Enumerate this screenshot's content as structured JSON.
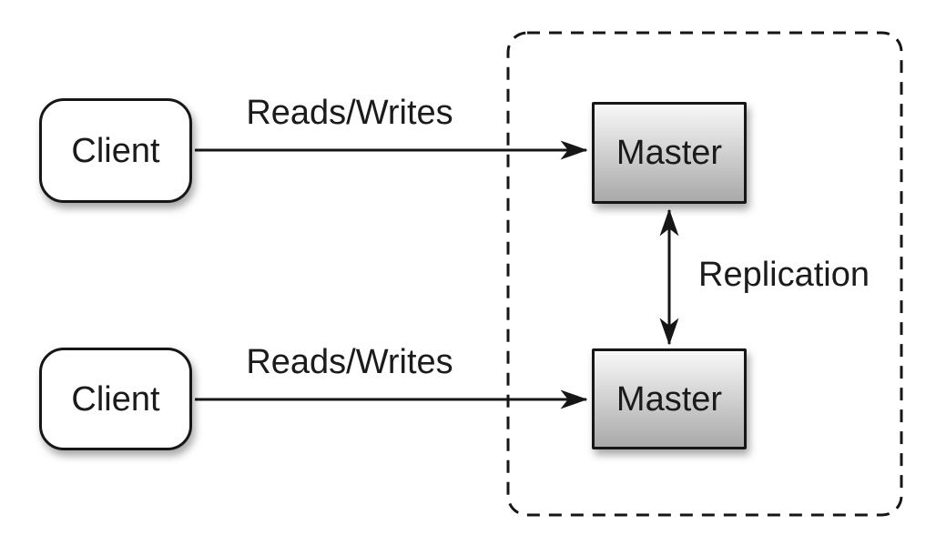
{
  "nodes": {
    "client_top": {
      "label": "Client"
    },
    "client_bottom": {
      "label": "Client"
    },
    "master_top": {
      "label": "Master"
    },
    "master_bottom": {
      "label": "Master"
    }
  },
  "edges": {
    "reads_writes_top": {
      "label": "Reads/Writes"
    },
    "reads_writes_bottom": {
      "label": "Reads/Writes"
    },
    "replication": {
      "label": "Replication"
    }
  },
  "colors": {
    "stroke": "#161616",
    "text": "#1b1b1b",
    "background": "#ffffff",
    "client_fill": "#ffffff",
    "master_fill_top": "#f8f8f8",
    "master_fill_bottom": "#a9a9a9"
  }
}
